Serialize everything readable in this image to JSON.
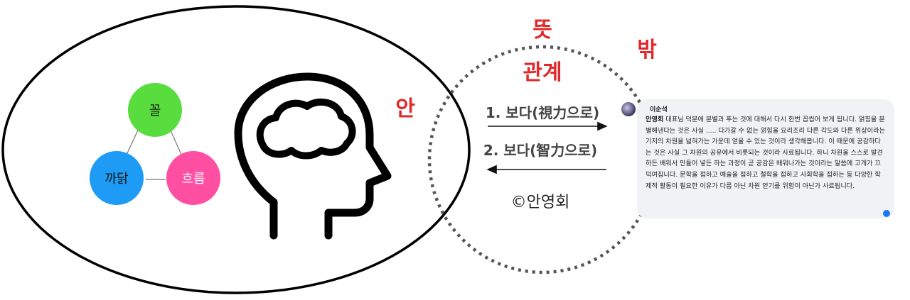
{
  "labels": {
    "meaning": "뜻",
    "outside": "밖",
    "relation": "관계",
    "inside": "안"
  },
  "nodes": {
    "top": "꼴",
    "left": "까닭",
    "right": "흐름"
  },
  "steps": {
    "first": "1. 보다(視力으로)",
    "second": "2. 보다(智力으로)"
  },
  "copyright": "©안영회",
  "comment": {
    "author": "이순석",
    "tag": "안영회",
    "text": " 대표님 덕분에 분별과 푸는 것에 대해서 다시 한번 꼽씹어 보게 됩니다. 얽힘을 분별해낸다는 것은 사실 ..... 다가갈 수 없는 얽힘을 요리조리 다른 각도와 다른 위상이라는 기저의 차원을 넓혀가는 가운데 얻을 수 있는 것이라 생각해봅니다. 이 때문에 공감하다는 것은 사실 그 차원의 공유에서 비롯되는 것이라 사료됩니다. 하니 차원을 스스로 발견하든 배워서 만들어 넣든 하는 과정이 곧 공감은 배워나가는 것이라는 말씀에 고개가 끄덕여집니다. 문학을 접하고 예술을 접하고 철학을 접하고 사회학을 접하는 등 다양한 학제적 활동이 필요한 이유가 다름 아닌 차원 얻기를 위함이 아닌가 사료됩니다."
  },
  "colors": {
    "red": "#e0282a",
    "green": "#58dc3e",
    "blue": "#1e9cf5",
    "pink": "#ff4fa2"
  },
  "icons": {
    "head": "head-with-brain-icon"
  }
}
